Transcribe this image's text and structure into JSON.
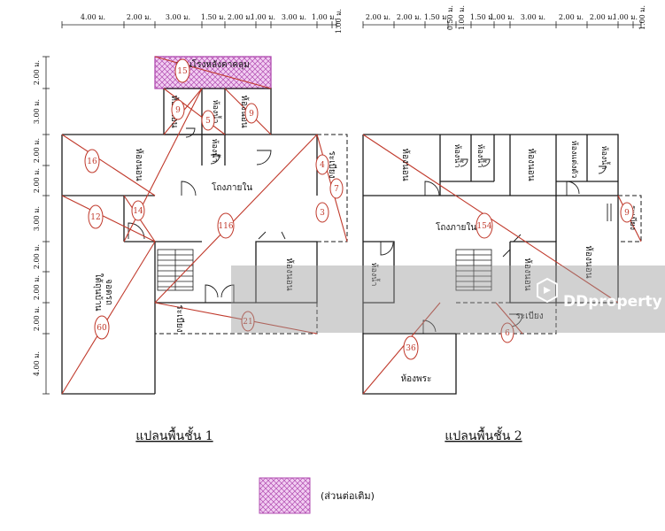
{
  "plan1": {
    "caption": "แปลนพื้นชั้น 1",
    "top_dims": [
      "4.00 ม.",
      "2.00 ม.",
      "3.00 ม.",
      "1.50 ม.",
      "2.00 ม.",
      "1.00 ม.",
      "3.00 ม.",
      "1.00 ม.",
      "1.00 ม."
    ],
    "side_dims": [
      "2.00 ม.",
      "3.00 ม.",
      "2.00 ม.",
      "2.00 ม.",
      "3.00 ม.",
      "2.00 ม.",
      "2.00 ม.",
      "2.00 ม.",
      "4.00 ม."
    ],
    "rooms": {
      "addition": "ส่วนโรงหลังคาคลุม",
      "bed_a": "ห้องนอน",
      "bath_a": "ห้องน้ำ",
      "bed_b": "ห้องนอน",
      "bed_c": "ห้องนอน",
      "bath_b": "ห้องน้ำ",
      "hall": "โถงภายใน",
      "porch_r": "ระเบียง",
      "parking": "จอดรถ\nใต้ถุนบ้าน",
      "bed_d": "ห้องนอน",
      "porch_b": "ระเบียง"
    },
    "markers": [
      "15",
      "9",
      "5",
      "9",
      "16",
      "4",
      "14",
      "116",
      "7",
      "12",
      "3",
      "60",
      "21"
    ]
  },
  "plan2": {
    "caption": "แปลนพื้นชั้น 2",
    "top_dims": [
      "2.00 ม.",
      "2.00 ม.",
      "1.50 ม.",
      "0.50 ม.",
      "1.00 ม.",
      "1.50 ม.",
      "1.00 ม.",
      "3.00 ม.",
      "2.00 ม.",
      "2.00 ม.",
      "1.00 ม.",
      "1.00 ม."
    ],
    "rooms": {
      "bed_a": "ห้องนอน",
      "bath_a": "ห้องน้ำ",
      "bath_b": "ห้องน้ำ",
      "bed_b": "ห้องนอน",
      "dress": "ห้องแต่งตัว",
      "bath_c": "ห้องน้ำ",
      "porch_r": "ระเบียง",
      "hall": "โถงภายใน",
      "bath_d": "ห้องน้ำ",
      "bed_c": "ห้องนอน",
      "bed_d": "ห้องนอน",
      "porch_b": "ระเบียง",
      "shrine": "ห้องพระ"
    },
    "markers": [
      "9",
      "154",
      "36",
      "6"
    ]
  },
  "legend": {
    "label": "(ส่วนต่อเติม)"
  },
  "watermark": {
    "text": "DDproperty"
  },
  "colors": {
    "line": "#1a1a1a",
    "red": "#c0392b",
    "hatch": "#e8b7e8",
    "hatch_line": "#b04cb0",
    "wm": "#9a9a9a"
  }
}
